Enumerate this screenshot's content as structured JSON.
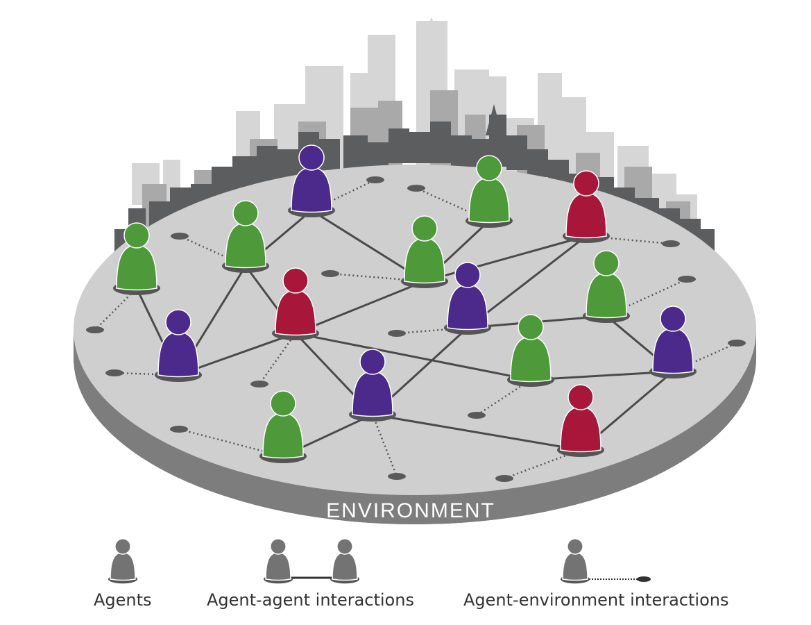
{
  "diagram": {
    "environment_label": "ENVIRONMENT",
    "colors": {
      "green": "#4e9a3a",
      "purple": "#4b2a8c",
      "red": "#a8173a",
      "legend": "#737373",
      "disk_top": "#d0cfcf",
      "disk_side": "#7d7d7d"
    },
    "agents": [
      {
        "id": 1,
        "color": "green"
      },
      {
        "id": 2,
        "color": "green"
      },
      {
        "id": 3,
        "color": "purple"
      },
      {
        "id": 4,
        "color": "green"
      },
      {
        "id": 5,
        "color": "green"
      },
      {
        "id": 6,
        "color": "red"
      },
      {
        "id": 7,
        "color": "purple"
      },
      {
        "id": 8,
        "color": "red"
      },
      {
        "id": 9,
        "color": "purple"
      },
      {
        "id": 10,
        "color": "green"
      },
      {
        "id": 11,
        "color": "green"
      },
      {
        "id": 12,
        "color": "purple"
      },
      {
        "id": 13,
        "color": "purple"
      },
      {
        "id": 14,
        "color": "green"
      },
      {
        "id": 15,
        "color": "red"
      }
    ],
    "agent_agent_links": [
      [
        1,
        7
      ],
      [
        7,
        2
      ],
      [
        2,
        3
      ],
      [
        2,
        8
      ],
      [
        3,
        4
      ],
      [
        4,
        5
      ],
      [
        4,
        6
      ],
      [
        8,
        4
      ],
      [
        8,
        7
      ],
      [
        8,
        13
      ],
      [
        8,
        11
      ],
      [
        9,
        6
      ],
      [
        9,
        10
      ],
      [
        9,
        13
      ],
      [
        10,
        12
      ],
      [
        11,
        12
      ],
      [
        12,
        15
      ],
      [
        13,
        14
      ],
      [
        13,
        15
      ]
    ]
  },
  "legend": {
    "agents": "Agents",
    "agent_agent": "Agent-agent interactions",
    "agent_environment": "Agent-environment interactions"
  }
}
